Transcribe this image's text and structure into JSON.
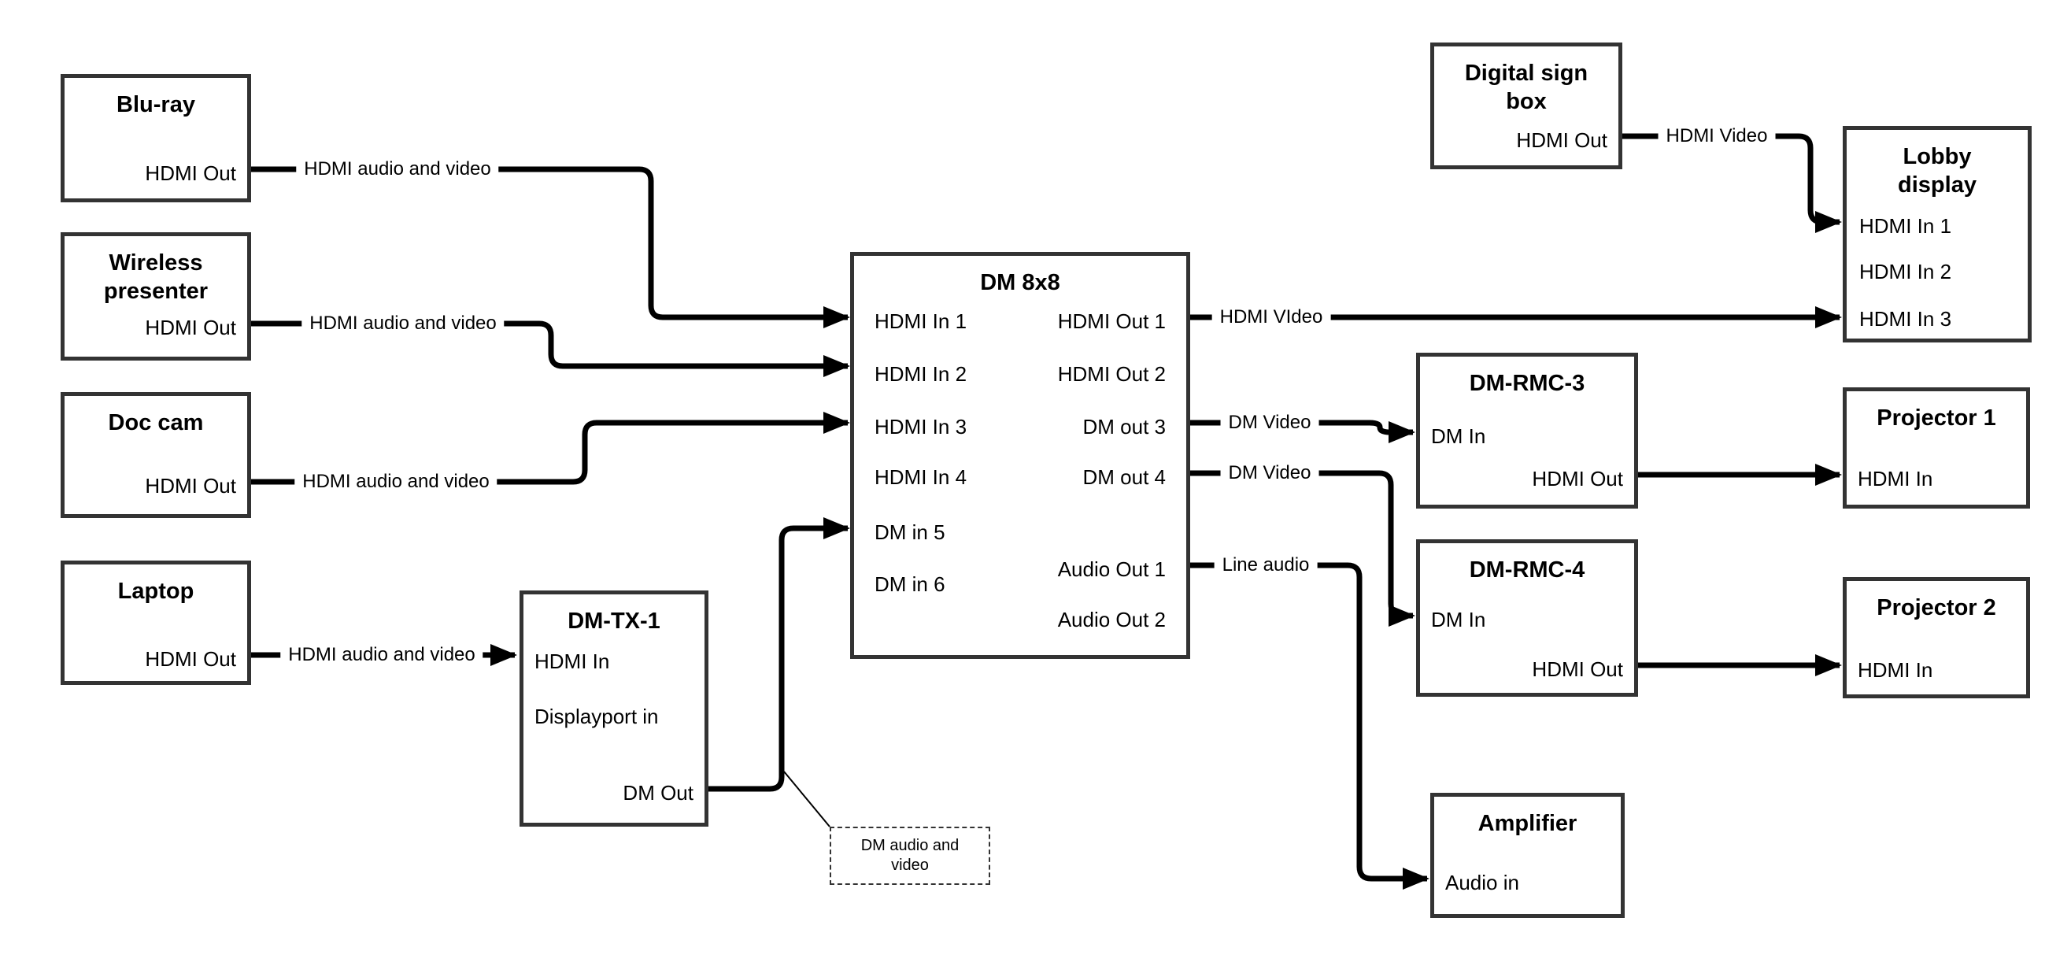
{
  "nodes": {
    "bluray": {
      "title": "Blu-ray",
      "ports": [
        "HDMI Out"
      ]
    },
    "wireless": {
      "title": "Wireless presenter",
      "ports": [
        "HDMI Out"
      ]
    },
    "doccam": {
      "title": "Doc cam",
      "ports": [
        "HDMI Out"
      ]
    },
    "laptop": {
      "title": "Laptop",
      "ports": [
        "HDMI Out"
      ]
    },
    "dmtx1": {
      "title": "DM-TX-1",
      "ports": [
        "HDMI In",
        "Displayport in",
        "DM Out"
      ]
    },
    "dm8x8": {
      "title": "DM 8x8",
      "ports_in": [
        "HDMI In 1",
        "HDMI In 2",
        "HDMI In 3",
        "HDMI In 4",
        "DM in 5",
        "DM in 6"
      ],
      "ports_out": [
        "HDMI Out 1",
        "HDMI Out 2",
        "DM out 3",
        "DM out 4",
        "Audio Out 1",
        "Audio Out 2"
      ]
    },
    "signbox": {
      "title": "Digital sign box",
      "ports": [
        "HDMI Out"
      ]
    },
    "lobby": {
      "title": "Lobby display",
      "ports": [
        "HDMI In 1",
        "HDMI In 2",
        "HDMI In 3"
      ]
    },
    "rmc3": {
      "title": "DM-RMC-3",
      "ports": [
        "DM In",
        "HDMI Out"
      ]
    },
    "proj1": {
      "title": "Projector 1",
      "ports": [
        "HDMI In"
      ]
    },
    "rmc4": {
      "title": "DM-RMC-4",
      "ports": [
        "DM In",
        "HDMI Out"
      ]
    },
    "proj2": {
      "title": "Projector 2",
      "ports": [
        "HDMI In"
      ]
    },
    "amplifier": {
      "title": "Amplifier",
      "ports": [
        "Audio in"
      ]
    }
  },
  "edge_labels": {
    "bluray": "HDMI audio and video",
    "wireless": "HDMI audio and video",
    "doccam": "HDMI audio and video",
    "laptop": "HDMI audio and video",
    "hdmi_out_1": "HDMI VIdeo",
    "dm_out_3": "DM Video",
    "dm_out_4": "DM Video",
    "audio_out_1": "Line audio",
    "signbox": "HDMI Video"
  },
  "annotation": {
    "note": "DM audio and video"
  },
  "colors": {
    "line": "#000000",
    "box_border": "#333333",
    "background": "#ffffff",
    "text": "#000000"
  }
}
